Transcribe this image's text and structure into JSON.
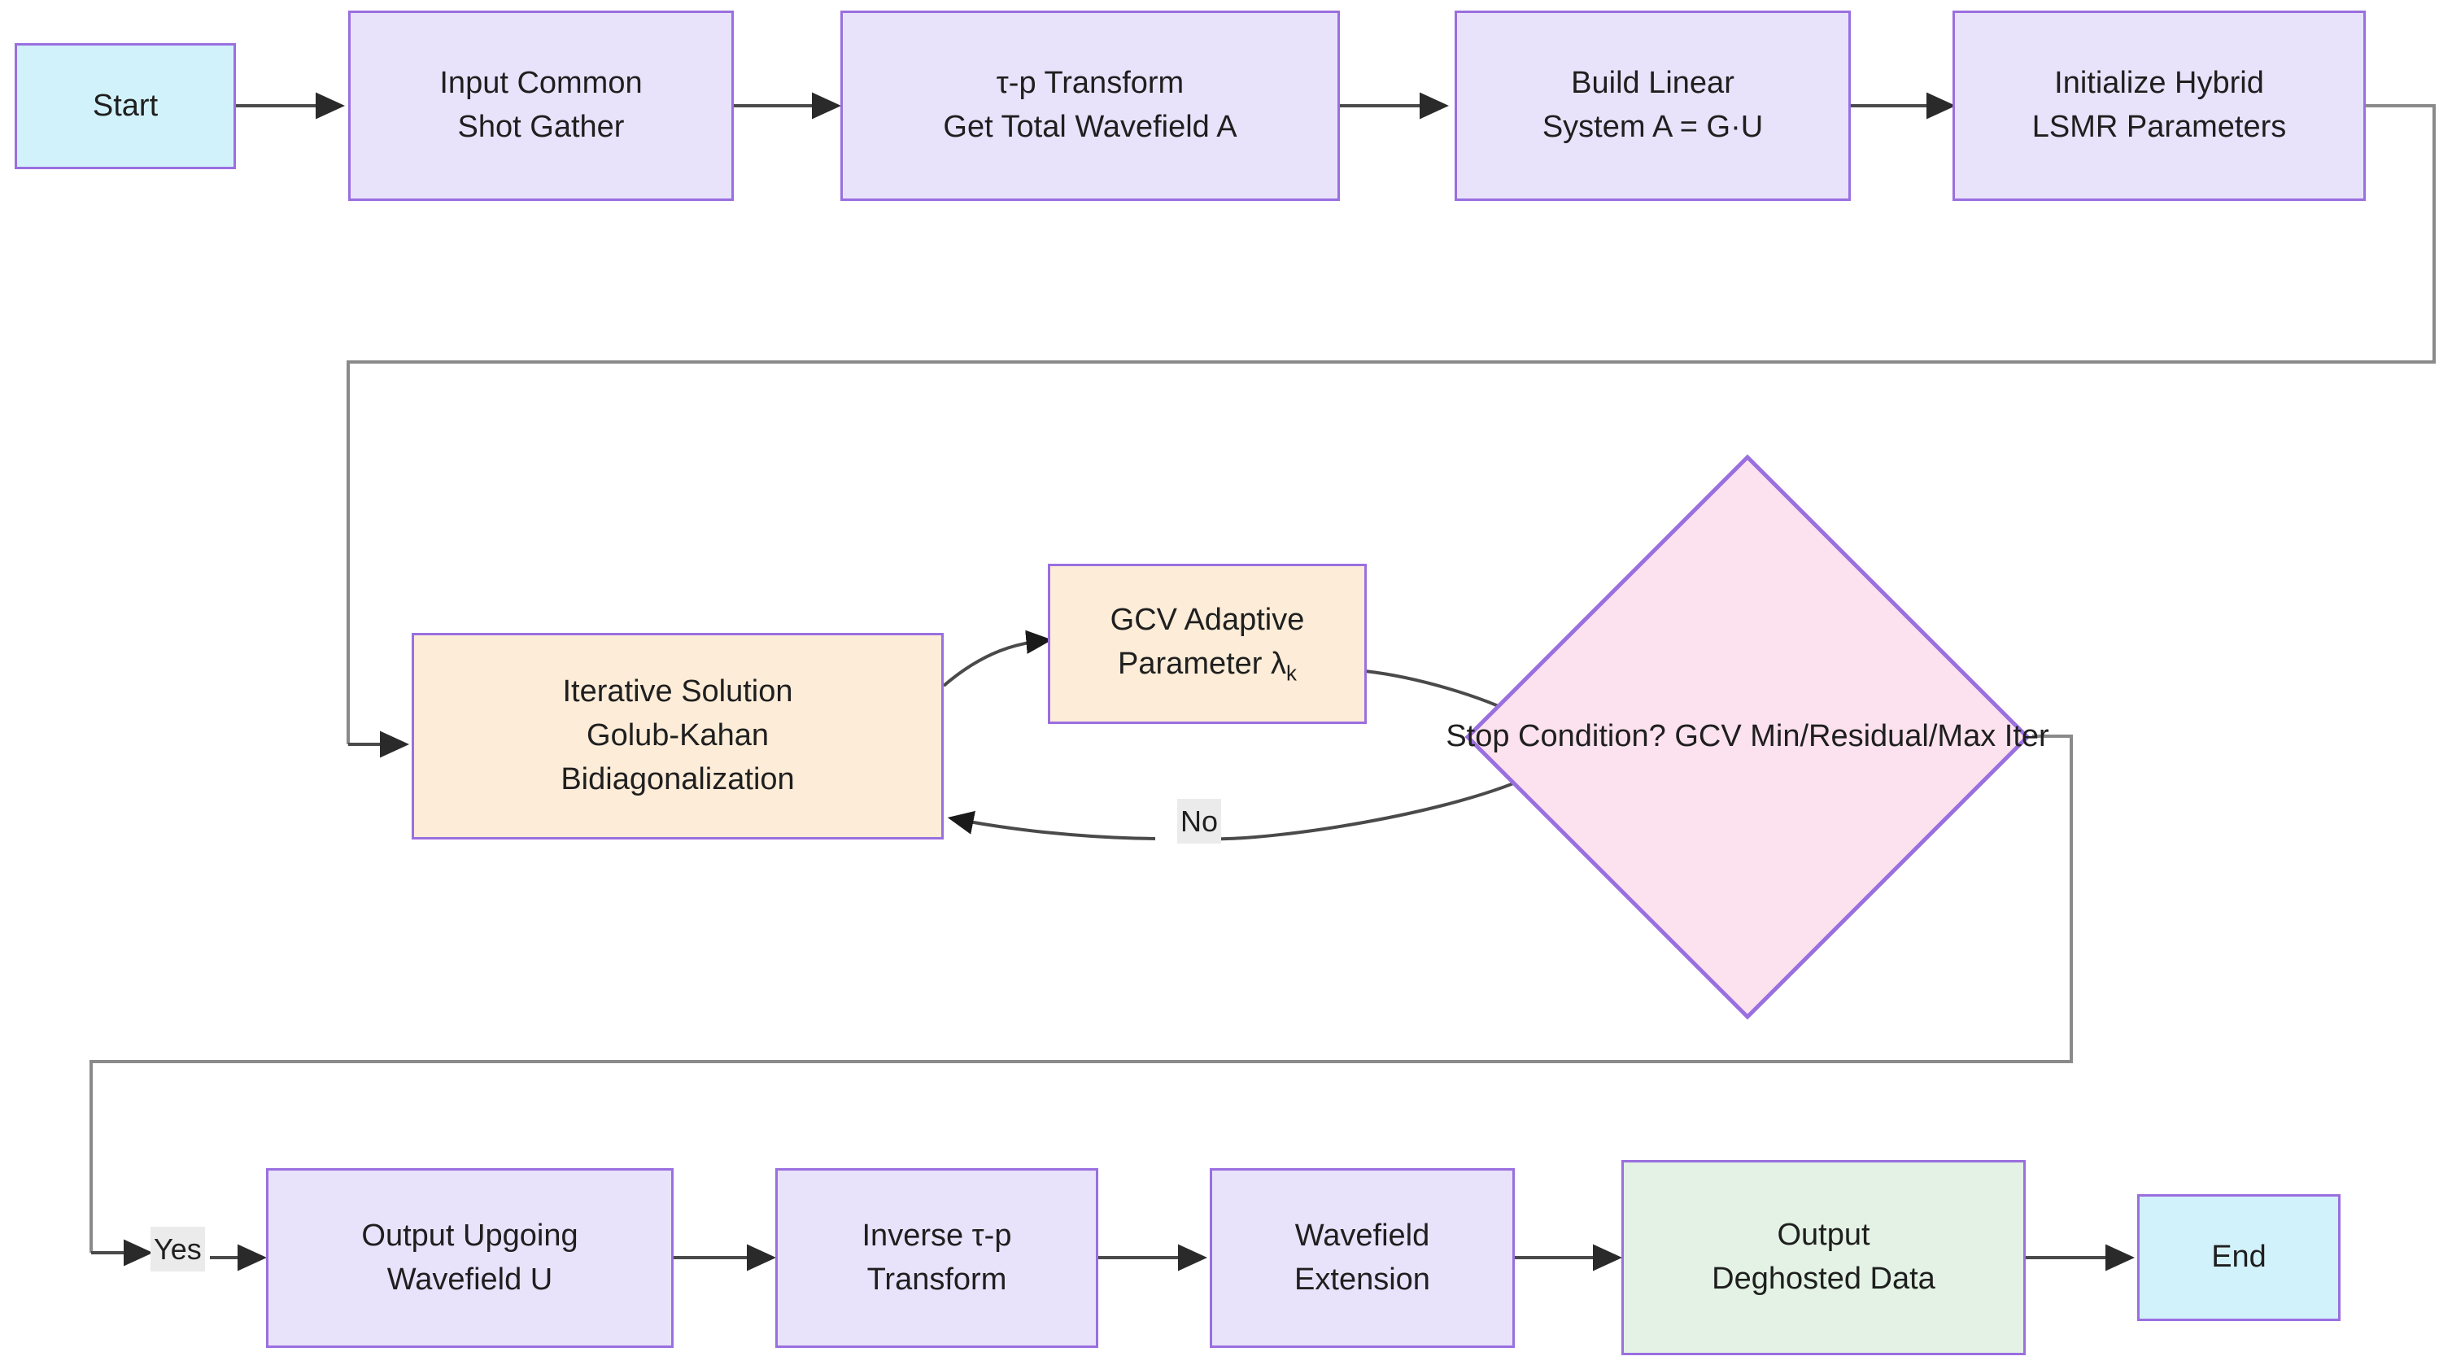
{
  "diagram": {
    "title": "Hybrid LSMR Deghosting Workflow",
    "type": "flowchart",
    "direction": "left-to-right with feedback loop",
    "colors": {
      "node_border": "#9a6fe0",
      "process_fill": "#e8e3fb",
      "terminal_fill": "#d2f2fb",
      "iteration_fill": "#fcecd8",
      "decision_fill": "#fbe2ee",
      "output_fill": "#e3f2e4",
      "edge_stroke": "#4a4a4a",
      "edge_label_bg": "#ebebeb"
    }
  },
  "nodes": {
    "start": {
      "id": "start",
      "shape": "rect",
      "style": "terminal",
      "lines": [
        "Start"
      ]
    },
    "input_shot_gather": {
      "id": "input_shot_gather",
      "shape": "rect",
      "style": "process",
      "lines": [
        "Input Common",
        "Shot Gather"
      ]
    },
    "tau_p_transform": {
      "id": "tau_p_transform",
      "shape": "rect",
      "style": "process",
      "lines": [
        "τ-p Transform",
        "Get Total Wavefield A"
      ]
    },
    "build_linear_system": {
      "id": "build_linear_system",
      "shape": "rect",
      "style": "process",
      "lines": [
        "Build Linear",
        "System A = G·U"
      ]
    },
    "init_lsmr": {
      "id": "init_lsmr",
      "shape": "rect",
      "style": "process",
      "lines": [
        "Initialize Hybrid",
        "LSMR Parameters"
      ]
    },
    "iterative_solution": {
      "id": "iterative_solution",
      "shape": "rect",
      "style": "iteration",
      "lines": [
        "Iterative Solution",
        "Golub-Kahan",
        "Bidiagonalization"
      ]
    },
    "gcv_parameter": {
      "id": "gcv_parameter",
      "shape": "rect",
      "style": "iteration",
      "lines": [
        "GCV Adaptive",
        "Parameter λₖ"
      ],
      "line2_base": "Parameter λ",
      "line2_sub": "k"
    },
    "stop_condition": {
      "id": "stop_condition",
      "shape": "diamond",
      "style": "decision",
      "lines": [
        "Stop Condition?",
        "GCV Min/Residual/Max Iter"
      ]
    },
    "output_upgoing": {
      "id": "output_upgoing",
      "shape": "rect",
      "style": "process",
      "lines": [
        "Output Upgoing",
        "Wavefield U"
      ]
    },
    "inverse_tau_p": {
      "id": "inverse_tau_p",
      "shape": "rect",
      "style": "process",
      "lines": [
        "Inverse τ-p",
        "Transform"
      ]
    },
    "wavefield_extension": {
      "id": "wavefield_extension",
      "shape": "rect",
      "style": "process",
      "lines": [
        "Wavefield",
        "Extension"
      ]
    },
    "output_deghosted": {
      "id": "output_deghosted",
      "shape": "rect",
      "style": "output",
      "lines": [
        "Output",
        "Deghosted Data"
      ]
    },
    "end": {
      "id": "end",
      "shape": "rect",
      "style": "terminal",
      "lines": [
        "End"
      ]
    }
  },
  "edge_labels": {
    "no": "No",
    "yes": "Yes"
  },
  "edges": [
    {
      "from": "start",
      "to": "input_shot_gather",
      "label": ""
    },
    {
      "from": "input_shot_gather",
      "to": "tau_p_transform",
      "label": ""
    },
    {
      "from": "tau_p_transform",
      "to": "build_linear_system",
      "label": ""
    },
    {
      "from": "build_linear_system",
      "to": "init_lsmr",
      "label": ""
    },
    {
      "from": "init_lsmr",
      "to": "iterative_solution",
      "label": ""
    },
    {
      "from": "iterative_solution",
      "to": "gcv_parameter",
      "label": ""
    },
    {
      "from": "gcv_parameter",
      "to": "stop_condition",
      "label": ""
    },
    {
      "from": "stop_condition",
      "to": "iterative_solution",
      "label": "No"
    },
    {
      "from": "stop_condition",
      "to": "output_upgoing",
      "label": "Yes"
    },
    {
      "from": "output_upgoing",
      "to": "inverse_tau_p",
      "label": ""
    },
    {
      "from": "inverse_tau_p",
      "to": "wavefield_extension",
      "label": ""
    },
    {
      "from": "wavefield_extension",
      "to": "output_deghosted",
      "label": ""
    },
    {
      "from": "output_deghosted",
      "to": "end",
      "label": ""
    }
  ]
}
